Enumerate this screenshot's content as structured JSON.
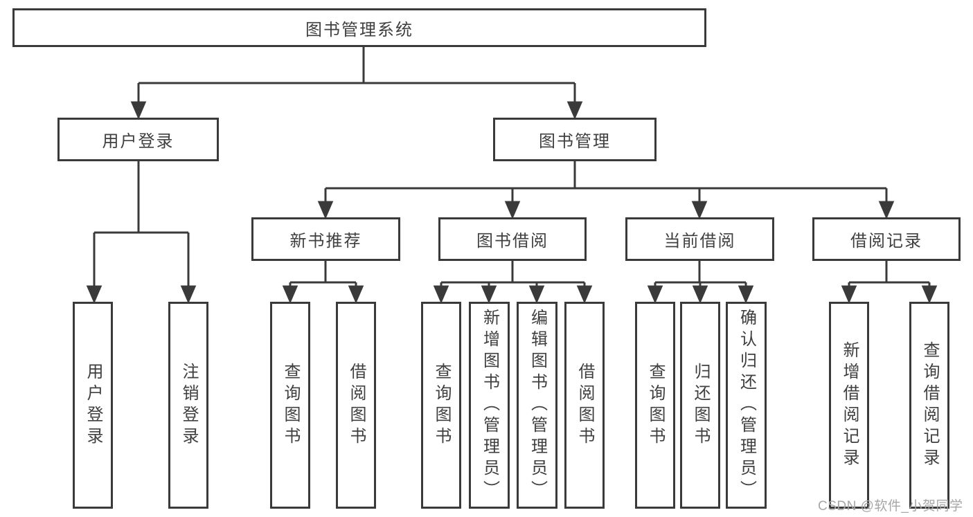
{
  "diagram": {
    "type": "hierarchy",
    "colors": {
      "line": "#3a3a3a",
      "text": "#3f3f3f",
      "background": "#ffffff",
      "watermark": "#a6a6a6"
    },
    "tree": {
      "root": {
        "label": "图书管理系统",
        "children": [
          {
            "label": "用户登录",
            "children": [
              {
                "label": "用户登录"
              },
              {
                "label": "注销登录"
              }
            ]
          },
          {
            "label": "图书管理",
            "children": [
              {
                "label": "新书推荐",
                "children": [
                  {
                    "label": "查询图书"
                  },
                  {
                    "label": "借阅图书"
                  }
                ]
              },
              {
                "label": "图书借阅",
                "children": [
                  {
                    "label": "查询图书"
                  },
                  {
                    "label": "新增图书（管理员）"
                  },
                  {
                    "label": "编辑图书（管理员）"
                  },
                  {
                    "label": "借阅图书"
                  }
                ]
              },
              {
                "label": "当前借阅",
                "children": [
                  {
                    "label": "查询图书"
                  },
                  {
                    "label": "归还图书"
                  },
                  {
                    "label": "确认归还（管理员）"
                  }
                ]
              },
              {
                "label": "借阅记录",
                "children": [
                  {
                    "label": "新增借阅记录"
                  },
                  {
                    "label": "查询借阅记录"
                  }
                ]
              }
            ]
          }
        ]
      }
    },
    "watermark": "CSDN @软件_小贺同学"
  }
}
